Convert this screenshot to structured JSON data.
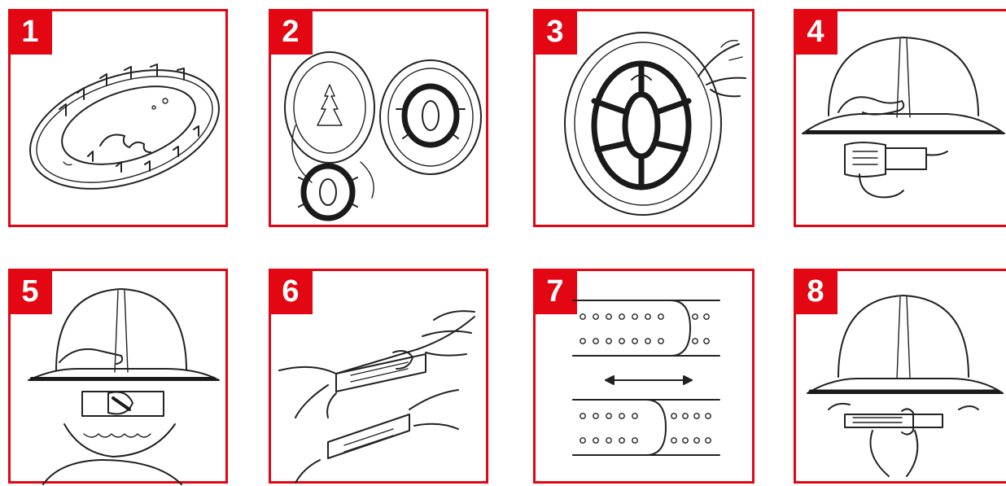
{
  "accent_color": "#e30613",
  "steps": [
    {
      "number": "1"
    },
    {
      "number": "2"
    },
    {
      "number": "3"
    },
    {
      "number": "4"
    },
    {
      "number": "5"
    },
    {
      "number": "6"
    },
    {
      "number": "7"
    },
    {
      "number": "8"
    }
  ]
}
